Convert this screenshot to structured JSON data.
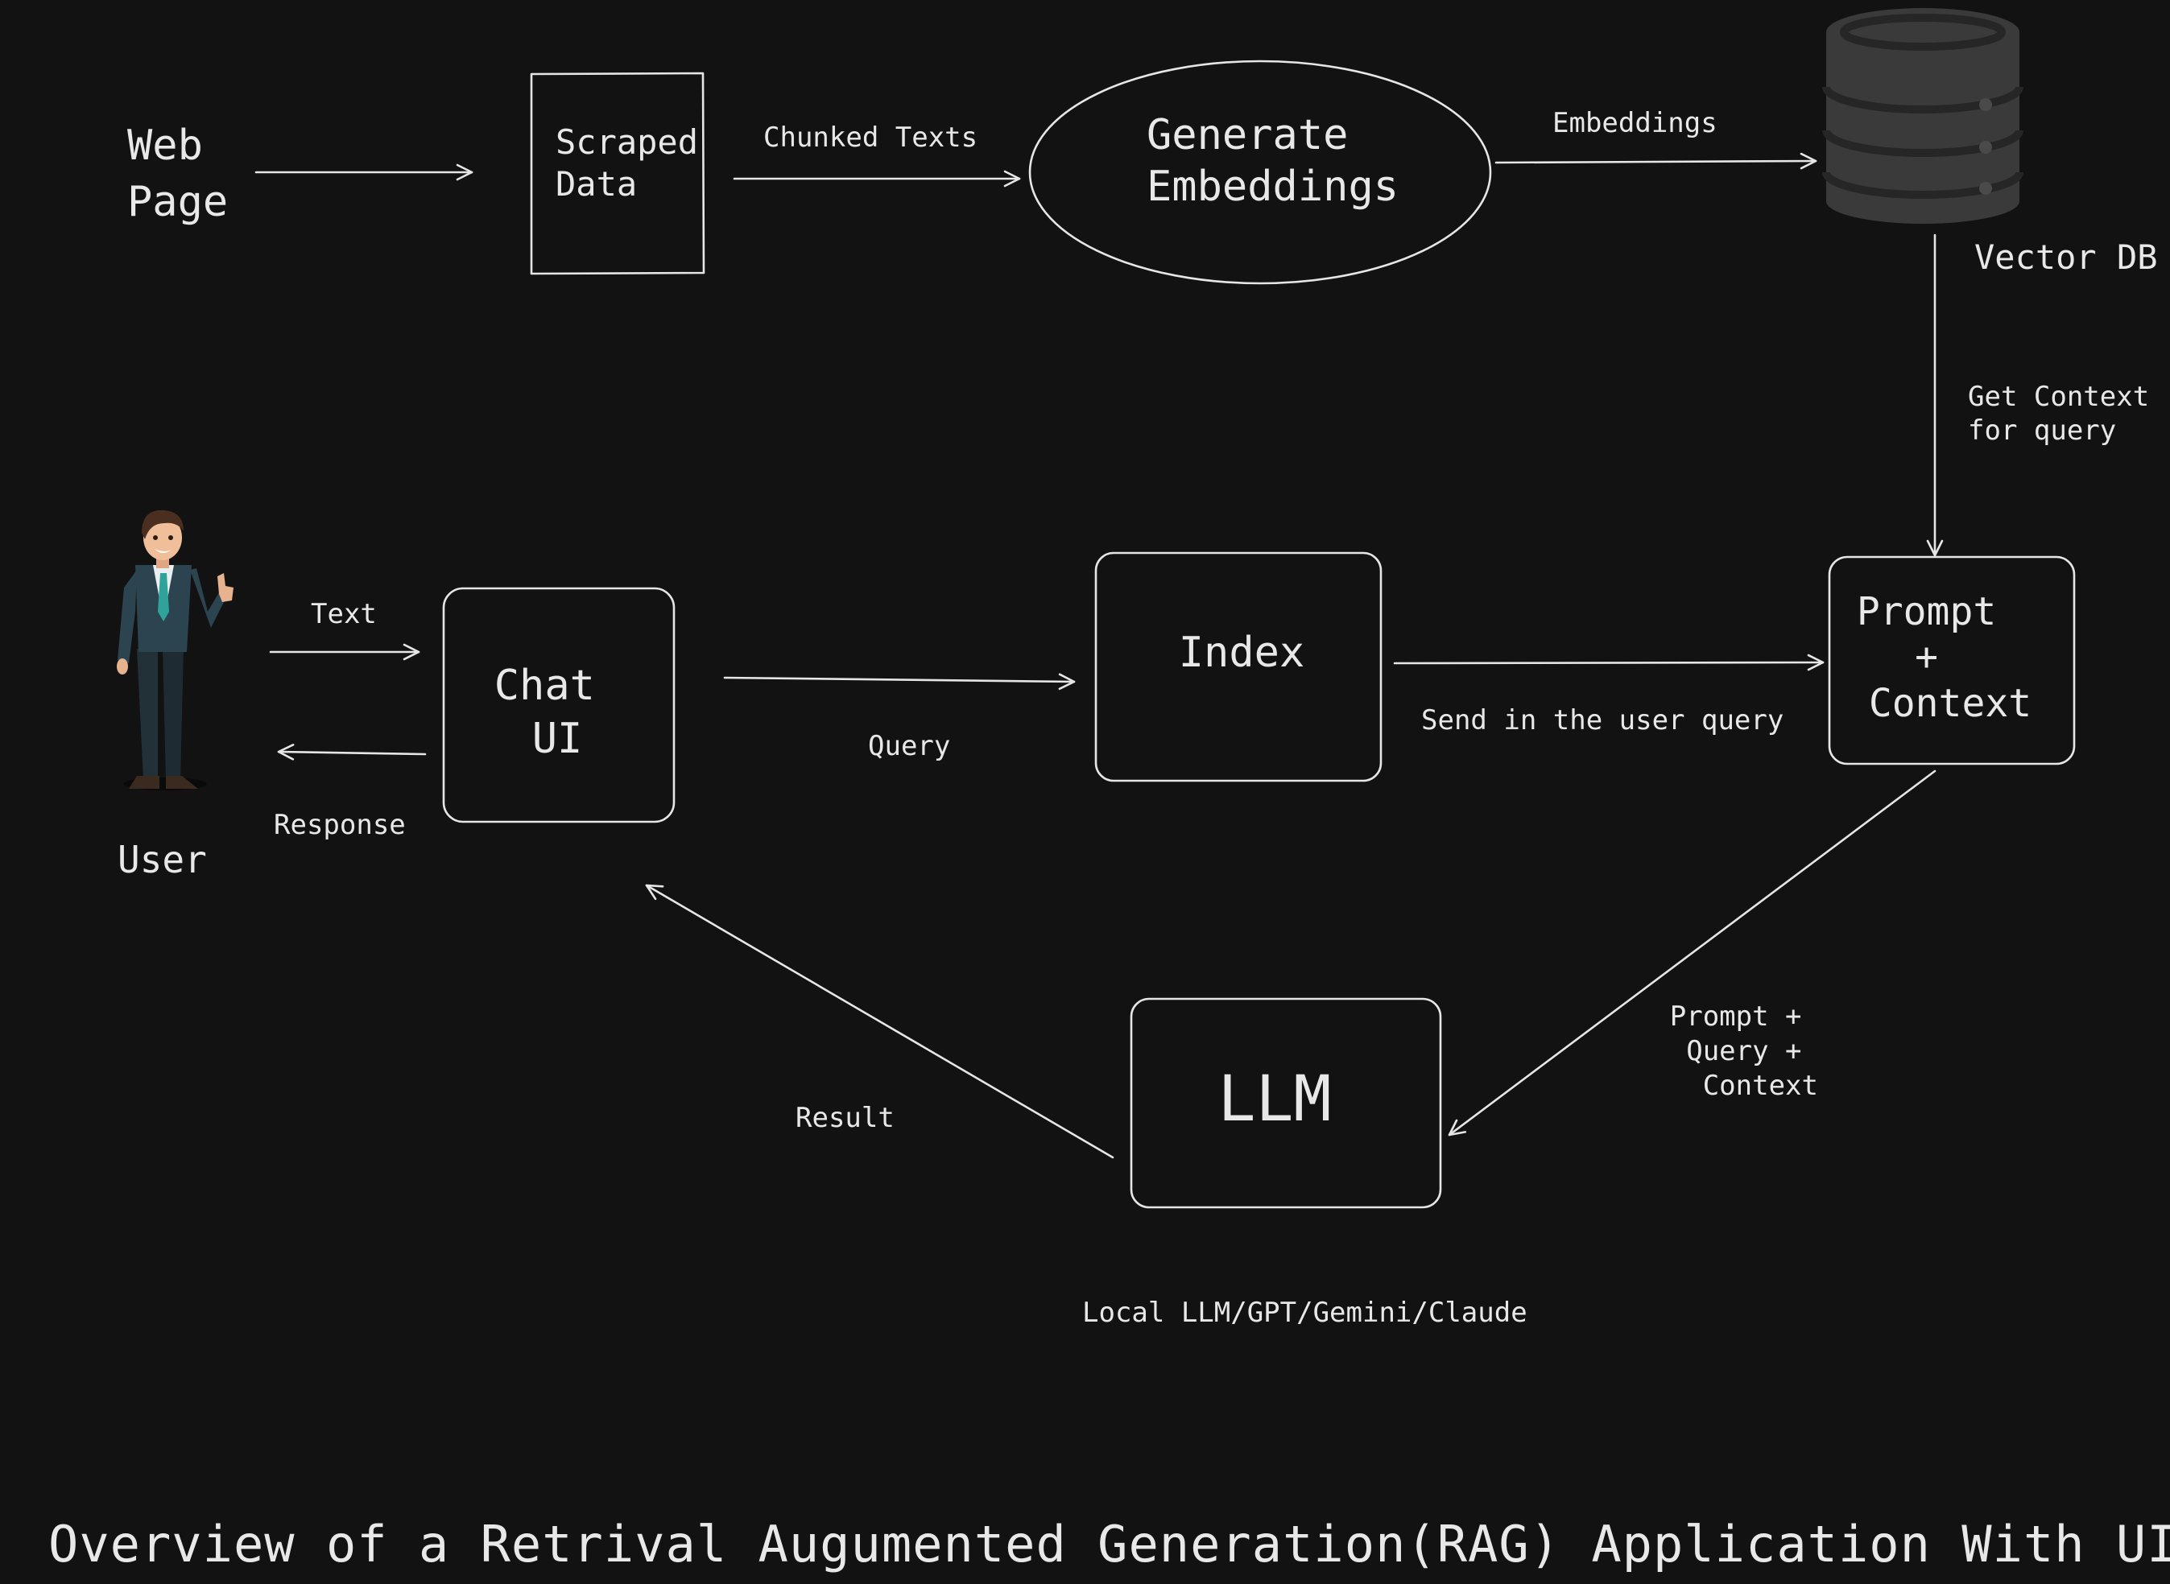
{
  "diagram": {
    "title": "Overview of a Retrival Augumented Generation(RAG) Application With UI",
    "nodes": {
      "web_page": [
        "Web",
        "Page"
      ],
      "scraped_data": [
        "Scraped",
        "Data"
      ],
      "generate_embeddings": [
        "Generate",
        "Embeddings"
      ],
      "vector_db": "Vector DB",
      "user": "User",
      "chat_ui": [
        "Chat",
        "UI"
      ],
      "index": "Index",
      "prompt_context": [
        "Prompt",
        "+",
        "Context"
      ],
      "llm": "LLM"
    },
    "edge_labels": {
      "chunked_texts": "Chunked Texts",
      "embeddings": "Embeddings",
      "get_context": [
        "Get Context",
        "for query"
      ],
      "text": "Text",
      "response": "Response",
      "query": "Query",
      "send_query": "Send in the user query",
      "prompt_query_context": [
        "Prompt +",
        "Query +",
        "Context"
      ],
      "result": "Result"
    },
    "llm_caption": "Local LLM/GPT/Gemini/Claude"
  },
  "icons": [
    "database-icon",
    "user-avatar-icon"
  ],
  "colors": {
    "background": "#121212",
    "stroke": "#e6e6e6",
    "text": "#e8e8e8",
    "database": "#3a3a3a"
  }
}
